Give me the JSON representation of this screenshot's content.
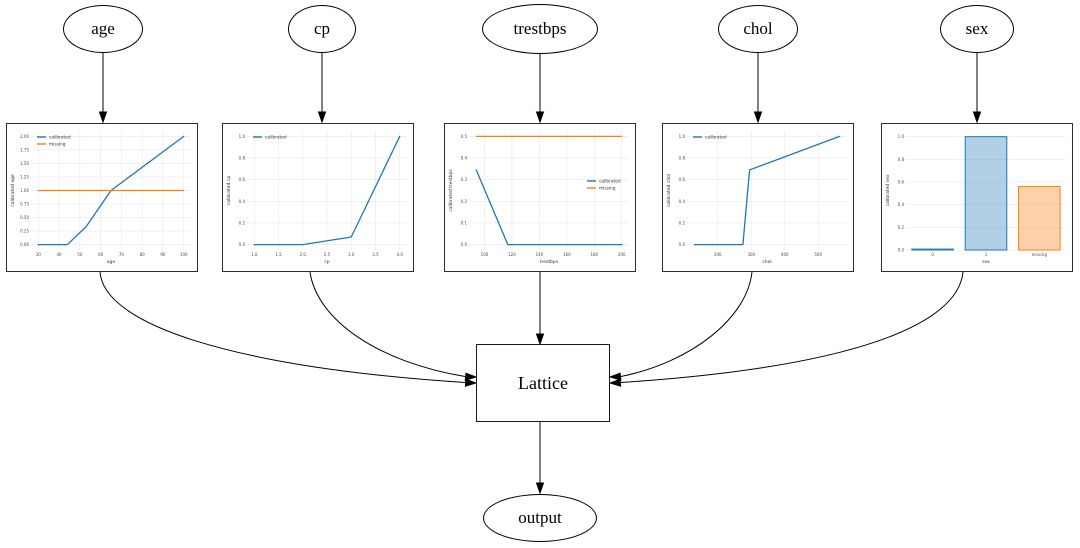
{
  "nodes": {
    "age": {
      "label": "age"
    },
    "cp": {
      "label": "cp"
    },
    "trestbps": {
      "label": "trestbps"
    },
    "chol": {
      "label": "chol"
    },
    "sex": {
      "label": "sex"
    },
    "lattice": {
      "label": "Lattice"
    },
    "output": {
      "label": "output"
    }
  },
  "colors": {
    "calibrated_line": "#1f77b4",
    "missing_line": "#ff7f0e",
    "calibrated_bar_fill": "rgba(31,119,180,0.35)",
    "missing_bar_fill": "rgba(255,127,14,0.35)",
    "grid": "#e7e7e7",
    "tick_text": "#4a4a4a"
  },
  "chart_data": [
    {
      "type": "line",
      "xlabel": "age",
      "ylabel": "calibrated age",
      "xlim": [
        26.5,
        103.5
      ],
      "ylim": [
        -0.1,
        2.1
      ],
      "xticks": [
        30,
        40,
        50,
        60,
        70,
        80,
        90,
        100
      ],
      "xtick_labels": [
        "30",
        "40",
        "50",
        "60",
        "70",
        "80",
        "90",
        "100"
      ],
      "yticks": [
        0.0,
        0.25,
        0.5,
        0.75,
        1.0,
        1.25,
        1.5,
        1.75,
        2.0
      ],
      "ytick_labels": [
        "0.00",
        "0.25",
        "0.50",
        "0.75",
        "1.00",
        "1.25",
        "1.50",
        "1.75",
        "2.00"
      ],
      "legend": {
        "position": "upper-left"
      },
      "series": [
        {
          "name": "calibrated",
          "color": "#1f77b4",
          "points": [
            [
              30,
              0.0
            ],
            [
              44,
              0.0
            ],
            [
              53,
              0.33
            ],
            [
              65,
              1.0
            ],
            [
              100,
              2.0
            ]
          ]
        },
        {
          "name": "missing",
          "color": "#ff7f0e",
          "points": [
            [
              30,
              1.0
            ],
            [
              100,
              1.0
            ]
          ]
        }
      ]
    },
    {
      "type": "line",
      "xlabel": "cp",
      "ylabel": "calibrated cp",
      "xlim": [
        0.85,
        4.15
      ],
      "ylim": [
        -0.05,
        1.05
      ],
      "xticks": [
        1.0,
        1.5,
        2.0,
        2.5,
        3.0,
        3.5,
        4.0
      ],
      "xtick_labels": [
        "1.0",
        "1.5",
        "2.0",
        "2.5",
        "3.0",
        "3.5",
        "4.0"
      ],
      "yticks": [
        0.0,
        0.2,
        0.4,
        0.6,
        0.8,
        1.0
      ],
      "ytick_labels": [
        "0.0",
        "0.2",
        "0.4",
        "0.6",
        "0.8",
        "1.0"
      ],
      "legend": {
        "position": "upper-left"
      },
      "series": [
        {
          "name": "calibrated",
          "color": "#1f77b4",
          "points": [
            [
              1.0,
              0.0
            ],
            [
              2.0,
              0.0
            ],
            [
              3.0,
              0.07
            ],
            [
              4.0,
              1.0
            ]
          ]
        }
      ]
    },
    {
      "type": "line",
      "xlabel": "trestbps",
      "ylabel": "calibrated trestbps",
      "xlim": [
        88.7,
        205.3
      ],
      "ylim": [
        -0.025,
        0.525
      ],
      "xticks": [
        100,
        120,
        140,
        160,
        180,
        200
      ],
      "xtick_labels": [
        "100",
        "120",
        "140",
        "160",
        "180",
        "200"
      ],
      "yticks": [
        0.0,
        0.1,
        0.2,
        0.3,
        0.4,
        0.5
      ],
      "ytick_labels": [
        "0.0",
        "0.1",
        "0.2",
        "0.3",
        "0.4",
        "0.5"
      ],
      "legend": {
        "position": "center-right"
      },
      "series": [
        {
          "name": "calibrated",
          "color": "#1f77b4",
          "points": [
            [
              94,
              0.345
            ],
            [
              117,
              0.0
            ],
            [
              200,
              0.0
            ]
          ]
        },
        {
          "name": "missing",
          "color": "#ff7f0e",
          "points": [
            [
              94,
              0.5
            ],
            [
              200,
              0.5
            ]
          ]
        }
      ]
    },
    {
      "type": "line",
      "xlabel": "chol",
      "ylabel": "calibrated chol",
      "xlim": [
        108,
        586
      ],
      "ylim": [
        -0.05,
        1.05
      ],
      "xticks": [
        200,
        300,
        400,
        500
      ],
      "xtick_labels": [
        "200",
        "300",
        "400",
        "500"
      ],
      "yticks": [
        0.0,
        0.2,
        0.4,
        0.6,
        0.8,
        1.0
      ],
      "ytick_labels": [
        "0.0",
        "0.2",
        "0.4",
        "0.6",
        "0.8",
        "1.0"
      ],
      "legend": {
        "position": "upper-left"
      },
      "series": [
        {
          "name": "calibrated",
          "color": "#1f77b4",
          "points": [
            [
              130,
              0.0
            ],
            [
              275,
              0.0
            ],
            [
              295,
              0.69
            ],
            [
              564,
              1.0
            ]
          ]
        }
      ]
    },
    {
      "type": "bar",
      "xlabel": "sex",
      "ylabel": "calibrated sex",
      "categories": [
        "0",
        "1",
        "missing"
      ],
      "values": [
        0.008,
        1.0,
        0.56
      ],
      "bar_colors": [
        {
          "fill": "rgba(31,119,180,0.35)",
          "edge": "#1f77b4"
        },
        {
          "fill": "rgba(31,119,180,0.35)",
          "edge": "#1f77b4"
        },
        {
          "fill": "rgba(255,127,14,0.35)",
          "edge": "#ff7f0e"
        }
      ],
      "ylim": [
        0,
        1.05
      ],
      "yticks": [
        0.0,
        0.2,
        0.4,
        0.6,
        0.8,
        1.0
      ],
      "ytick_labels": [
        "0.0",
        "0.2",
        "0.4",
        "0.6",
        "0.8",
        "1.0"
      ]
    }
  ]
}
